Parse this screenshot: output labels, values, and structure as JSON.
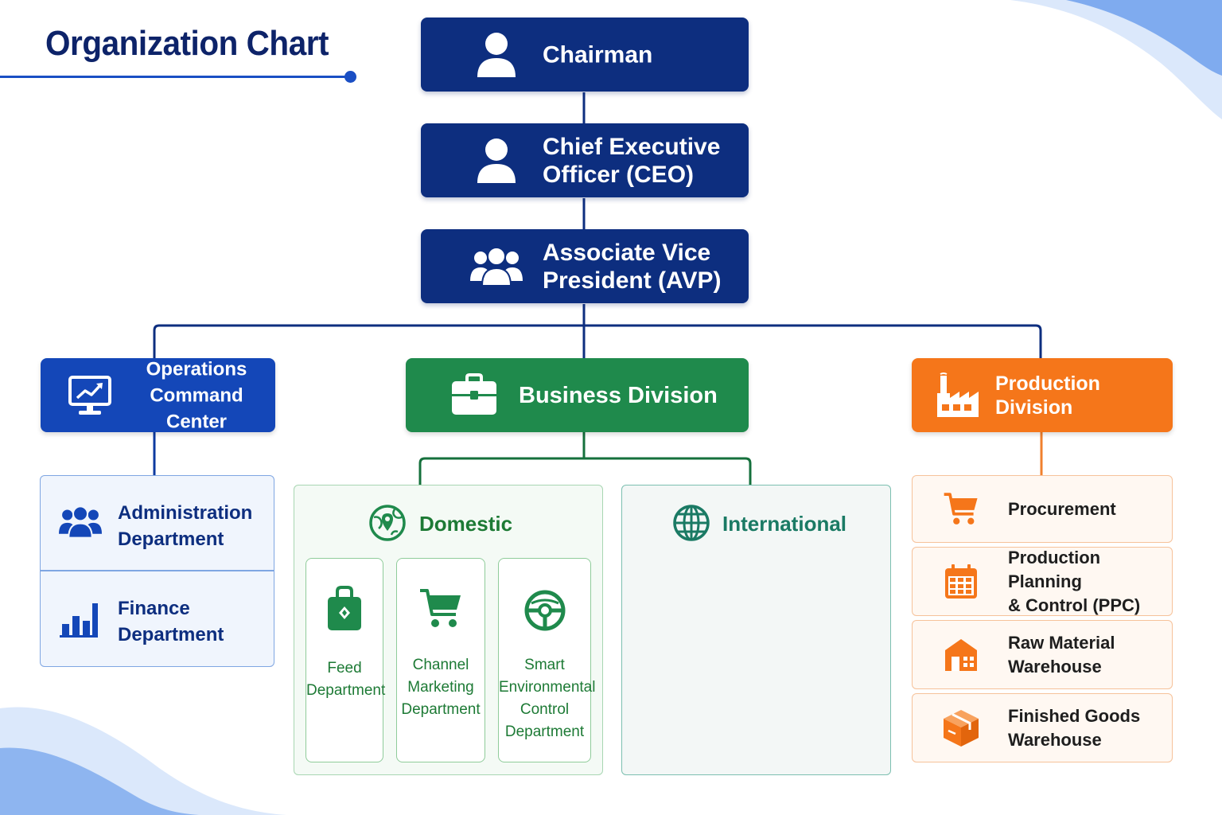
{
  "title": "Organization Chart",
  "colors": {
    "navy": "#0d2e7f",
    "title": "#0d2369",
    "blue": "#1447b8",
    "green": "#1f8a4c",
    "orange": "#f5761a"
  },
  "executives": [
    {
      "label": "Chairman",
      "icon": "person-icon"
    },
    {
      "label": "Chief Executive\nOfficer (CEO)",
      "icon": "person-icon"
    },
    {
      "label": "Associate Vice\nPresident (AVP)",
      "icon": "people-group-icon"
    }
  ],
  "operations": {
    "label": "Operations\nCommand Center",
    "icon": "monitor-chart-icon",
    "departments": [
      {
        "label": "Administration\nDepartment",
        "icon": "people-group-icon"
      },
      {
        "label": "Finance\nDepartment",
        "icon": "bar-chart-icon"
      }
    ]
  },
  "business": {
    "label": "Business Division",
    "icon": "briefcase-icon",
    "domestic": {
      "label": "Domestic",
      "icon": "globe-pin-icon",
      "departments": [
        {
          "label": "Feed\nDepartment",
          "icon": "feed-bag-icon"
        },
        {
          "label": "Channel\nMarketing\nDepartment",
          "icon": "shopping-cart-icon"
        },
        {
          "label": "Smart\nEnvironmental\nControl\nDepartment",
          "icon": "steering-wheel-icon"
        }
      ]
    },
    "international": {
      "label": "International",
      "icon": "globe-icon"
    }
  },
  "production": {
    "label": "Production Division",
    "icon": "factory-icon",
    "departments": [
      {
        "label": "Procurement",
        "icon": "shopping-cart-icon"
      },
      {
        "label": "Production Planning\n& Control (PPC)",
        "icon": "calendar-icon"
      },
      {
        "label": "Raw Material\nWarehouse",
        "icon": "warehouse-icon"
      },
      {
        "label": "Finished Goods\nWarehouse",
        "icon": "box-icon"
      }
    ]
  }
}
